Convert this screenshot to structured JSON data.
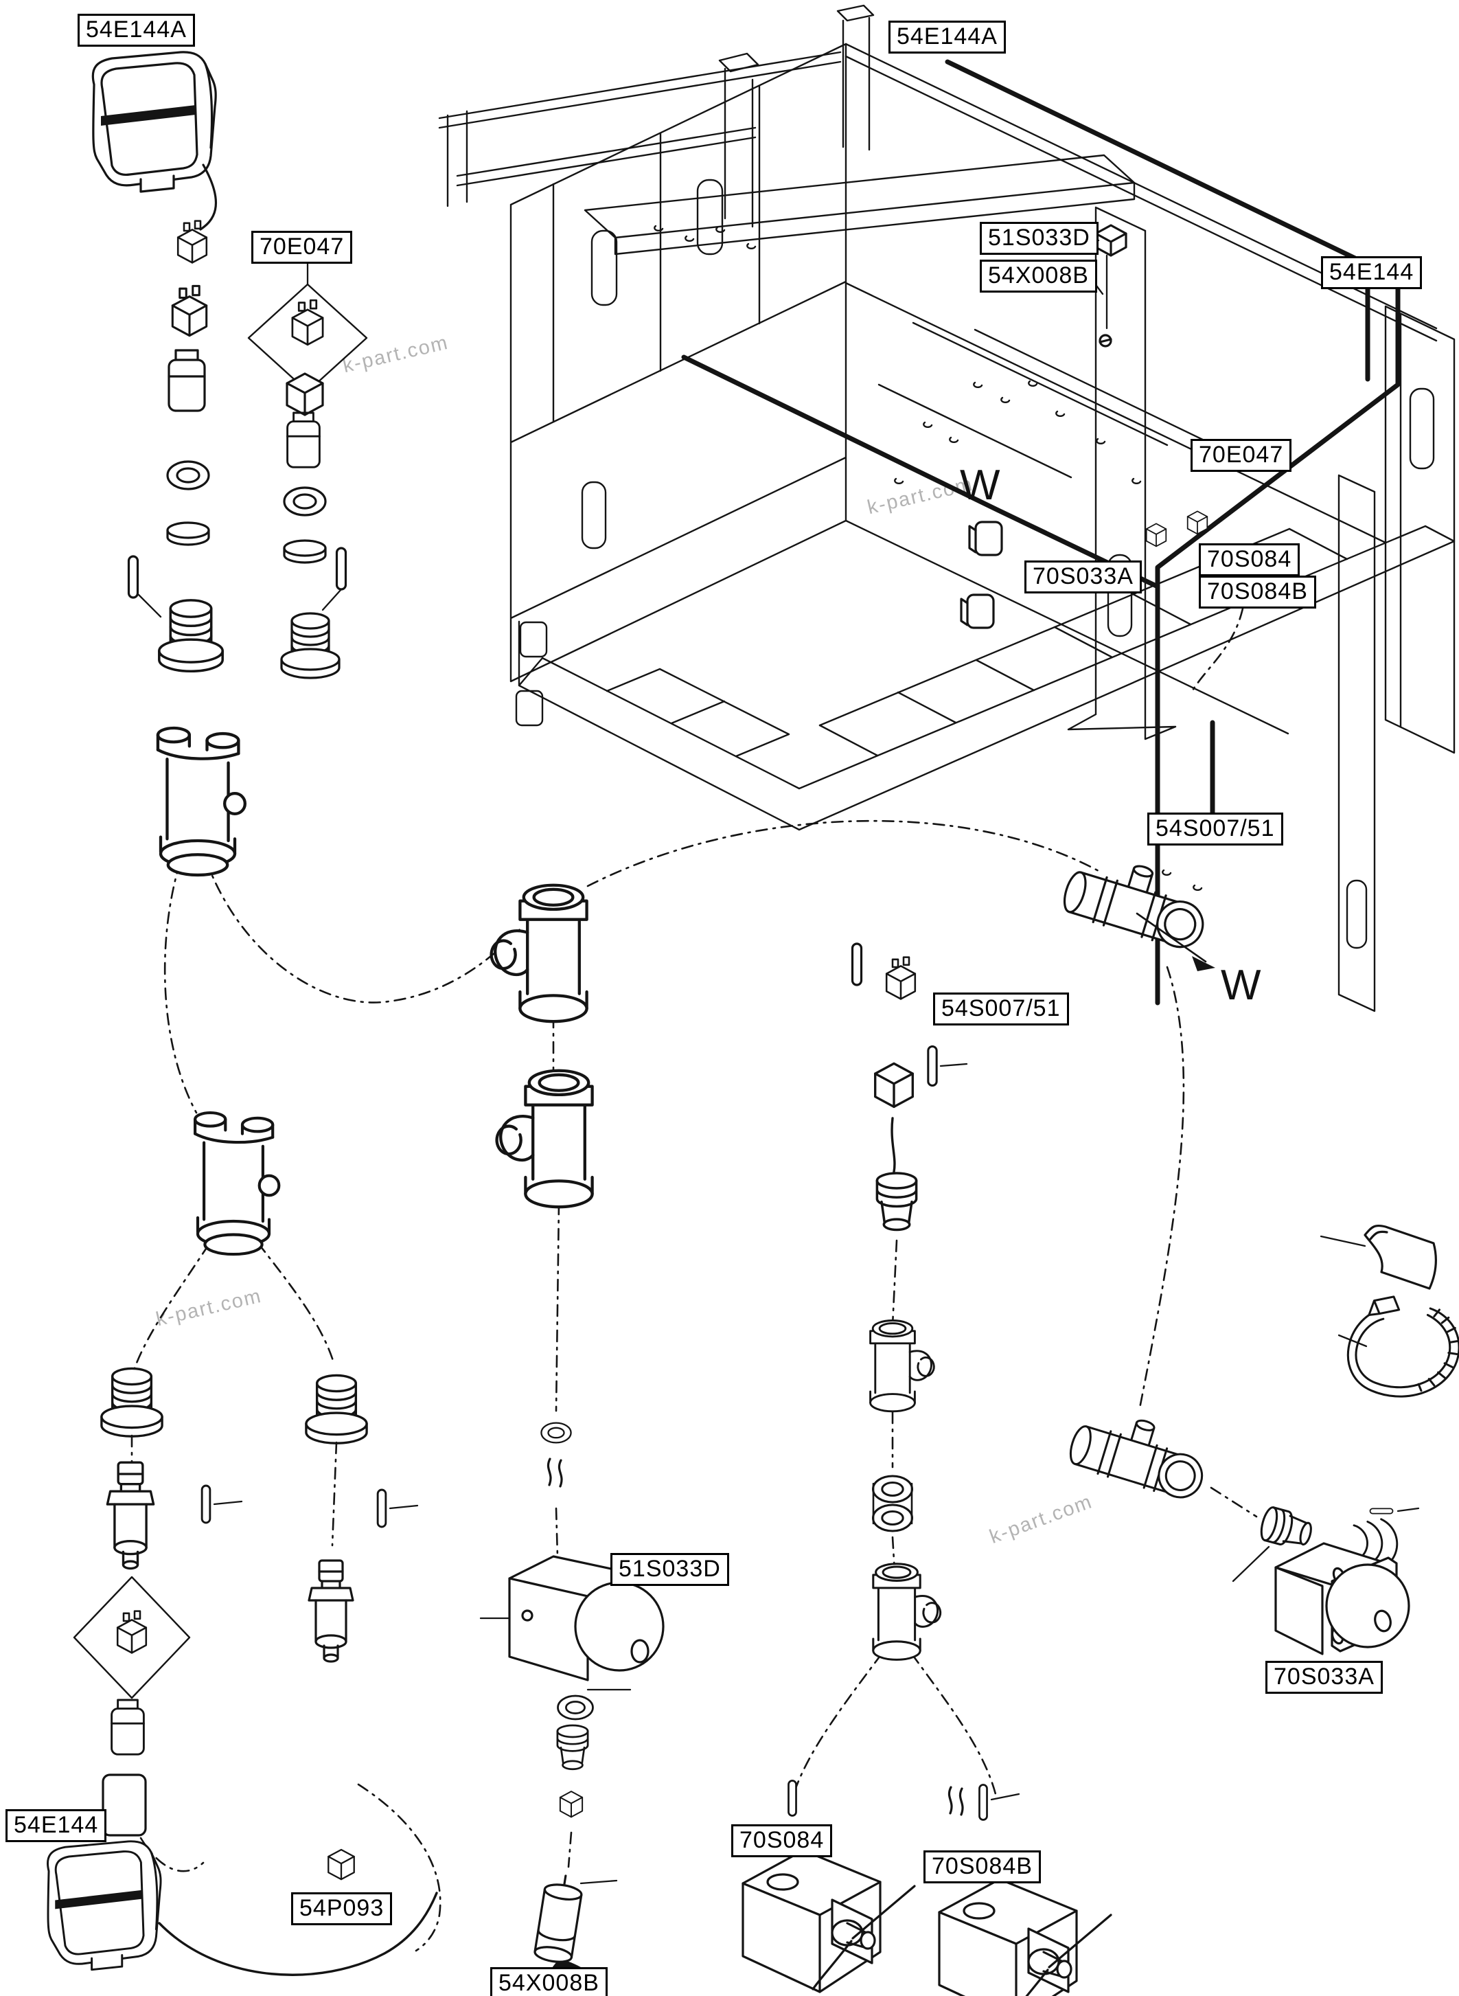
{
  "diagram_title": "wiring and sensor exploded parts diagram",
  "watermark": {
    "text": "k-part.com"
  },
  "direction_marker": {
    "text": "W"
  },
  "colors": {
    "line": "#141414",
    "label_border": "#000000",
    "watermark": "#b3b3b3",
    "background": "#ffffff"
  },
  "labels": [
    {
      "id": "top-left-54e144a",
      "text": "54E144A"
    },
    {
      "id": "left-70e047",
      "text": "70E047"
    },
    {
      "id": "top-center-54e144a",
      "text": "54E144A"
    },
    {
      "id": "frame-51s033d",
      "text": "51S033D"
    },
    {
      "id": "frame-54x008b",
      "text": "54X008B"
    },
    {
      "id": "right-54e144",
      "text": "54E144"
    },
    {
      "id": "right-70e047",
      "text": "70E047"
    },
    {
      "id": "frame-70s033a",
      "text": "70S033A"
    },
    {
      "id": "frame-70s084",
      "text": "70S084"
    },
    {
      "id": "frame-70s084b",
      "text": "70S084B"
    },
    {
      "id": "right-54s007-51",
      "text": "54S007/51"
    },
    {
      "id": "mid-54s007-51",
      "text": "54S007/51"
    },
    {
      "id": "mid-51s033d",
      "text": "51S033D"
    },
    {
      "id": "bottom-right-70s033a",
      "text": "70S033A"
    },
    {
      "id": "bottom-left-54e144",
      "text": "54E144"
    },
    {
      "id": "bottom-54p093",
      "text": "54P093"
    },
    {
      "id": "bottom-54x008b",
      "text": "54X008B"
    },
    {
      "id": "bottom-70s084",
      "text": "70S084"
    },
    {
      "id": "bottom-70s084b",
      "text": "70S084B"
    }
  ]
}
